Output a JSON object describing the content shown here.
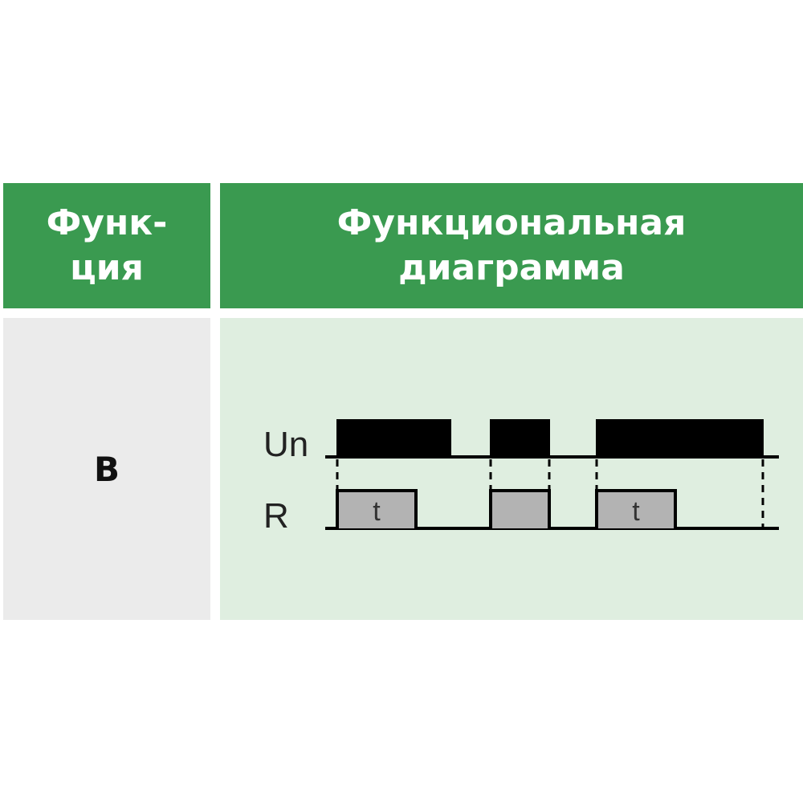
{
  "table": {
    "header": {
      "function_line1": "Функ-",
      "function_line2": "ция",
      "diagram_line1": "Функциональная",
      "diagram_line2": "диаграмма"
    },
    "row": {
      "function": "B"
    }
  },
  "diagram": {
    "signals": [
      {
        "name": "Un"
      },
      {
        "name": "R"
      }
    ],
    "pulse_label": "t"
  },
  "colors": {
    "header_bg": "#3a9a50",
    "function_cell_bg": "#ebebeb",
    "diagram_cell_bg": "#dfeee0",
    "supply_pulse": "#000000",
    "relay_pulse": "#b3b3b3"
  }
}
